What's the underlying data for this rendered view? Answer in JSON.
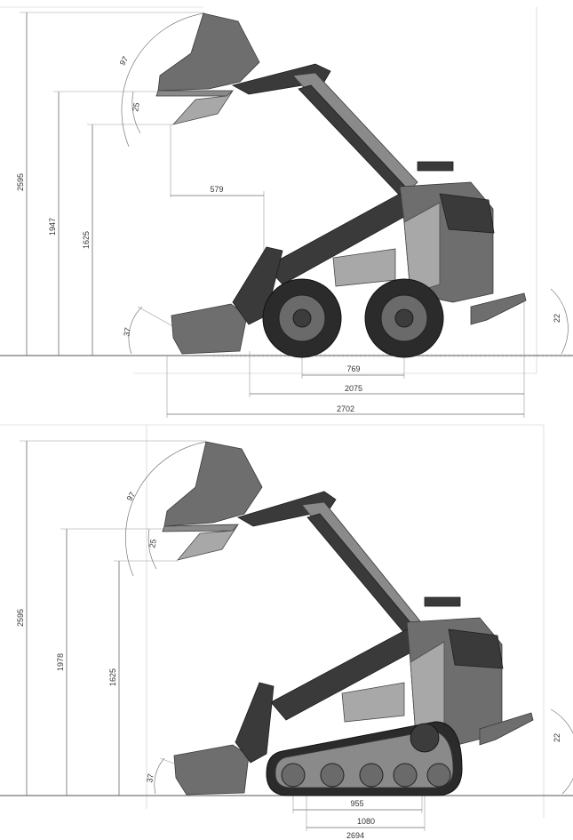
{
  "top": {
    "dims": {
      "overall_height": "2595",
      "hinge_height": "1947",
      "dump_height": "1625",
      "dump_reach": "579",
      "wheelbase": "769",
      "length_no_bucket": "2075",
      "overall_length": "2702",
      "dump_angle": "97",
      "rollback_angle": "25",
      "ground_angle": "37",
      "departure_angle": "22"
    }
  },
  "bottom": {
    "dims": {
      "overall_height": "2595",
      "hinge_height": "1978",
      "dump_height": "1625",
      "track_length_ground": "955",
      "track_length": "1080",
      "overall_length": "2694",
      "dump_angle": "97",
      "rollback_angle": "25",
      "ground_angle": "37",
      "departure_angle": "22"
    }
  },
  "colors": {
    "body": "#6e6e6e",
    "dark": "#3a3a3a",
    "tire": "#2b2b2b",
    "dimension_line": "#6b6b6b"
  }
}
